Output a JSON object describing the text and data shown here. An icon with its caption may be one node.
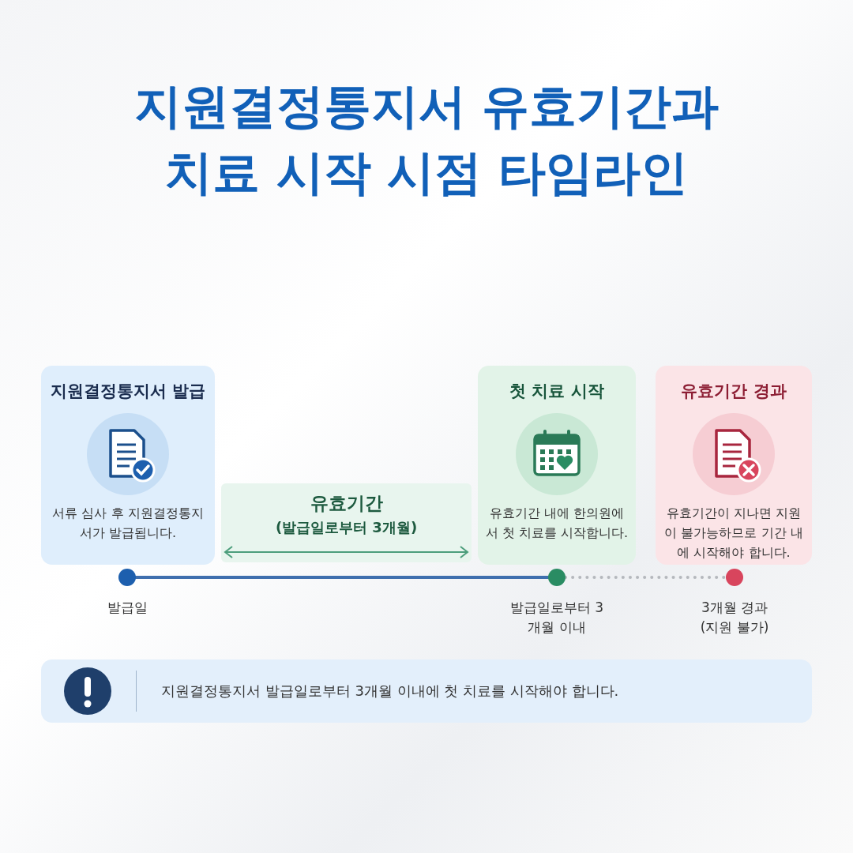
{
  "diagram": {
    "title": "지원결정통지서 유효기간과 치료 시작 시점 타임라인",
    "nodes": [
      {
        "text": [
          "지원결정통지서 발급",
          "서류 심사 후 지원결정통지서가 발급됩니다."
        ]
      },
      {
        "text": [
          "첫 치료 시작",
          "유효기간 내에 한의원에서 첫 치료를 시작합니다."
        ]
      },
      {
        "text": [
          "유효기간 경과",
          "유효기간이 지나면 지원이 불가능하므로 기간 내에 시작해야 합니다."
        ]
      },
      {
        "text": [
          "유효기간",
          "(발급일로부터 3개월)"
        ]
      },
      {
        "text": [],
        "shape": "circle",
        "beside": [
          "발급일"
        ]
      },
      {
        "text": [],
        "shape": "circle",
        "beside": [
          "발급일로부터 3개월 이내"
        ]
      },
      {
        "text": [],
        "shape": "circle",
        "beside": [
          "3개월 경과 (지원 불가)"
        ]
      },
      {
        "text": [
          "지원결정통지서 발급일로부터 3개월 이내에 첫 치료를 시작해야 합니다."
        ]
      }
    ],
    "edges": [
      {
        "from": 4,
        "to": 5,
        "arrow": "none",
        "color": "#3f6fae"
      },
      {
        "from": 5,
        "to": 6,
        "arrow": "none",
        "style": "dashed",
        "color": "#b5b8bd"
      }
    ]
  }
}
